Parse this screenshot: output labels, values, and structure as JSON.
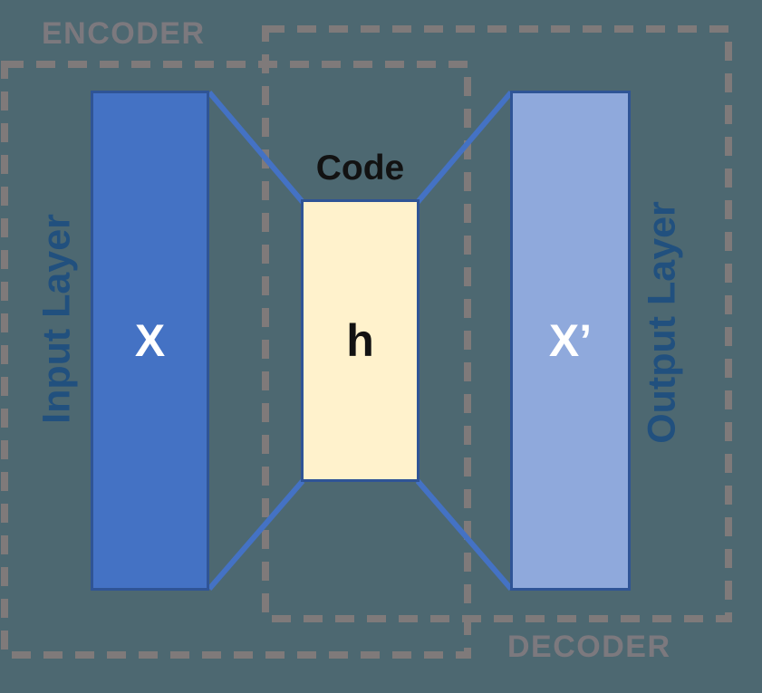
{
  "diagram": {
    "type": "autoencoder-architecture",
    "regions": {
      "encoder_label": "ENCODER",
      "decoder_label": "DECODER"
    },
    "code_caption": "Code",
    "layers": {
      "input": {
        "label": "Input Layer",
        "symbol": "X"
      },
      "code": {
        "symbol": "h"
      },
      "output": {
        "label": "Output Layer",
        "symbol": "X’"
      }
    },
    "colors": {
      "background": "#4D6871",
      "input_box_fill": "#4472C4",
      "output_box_fill": "#8FA9DC",
      "code_box_fill": "#FFF2CC",
      "box_border": "#2F5496",
      "connection_line": "#4472C4",
      "dashed_outline": "#7F7A7A",
      "region_label_text": "#7C797E",
      "layer_label_text": "#21507E",
      "input_output_symbol_text": "#FFFFFF",
      "code_symbol_text": "#121212"
    }
  }
}
